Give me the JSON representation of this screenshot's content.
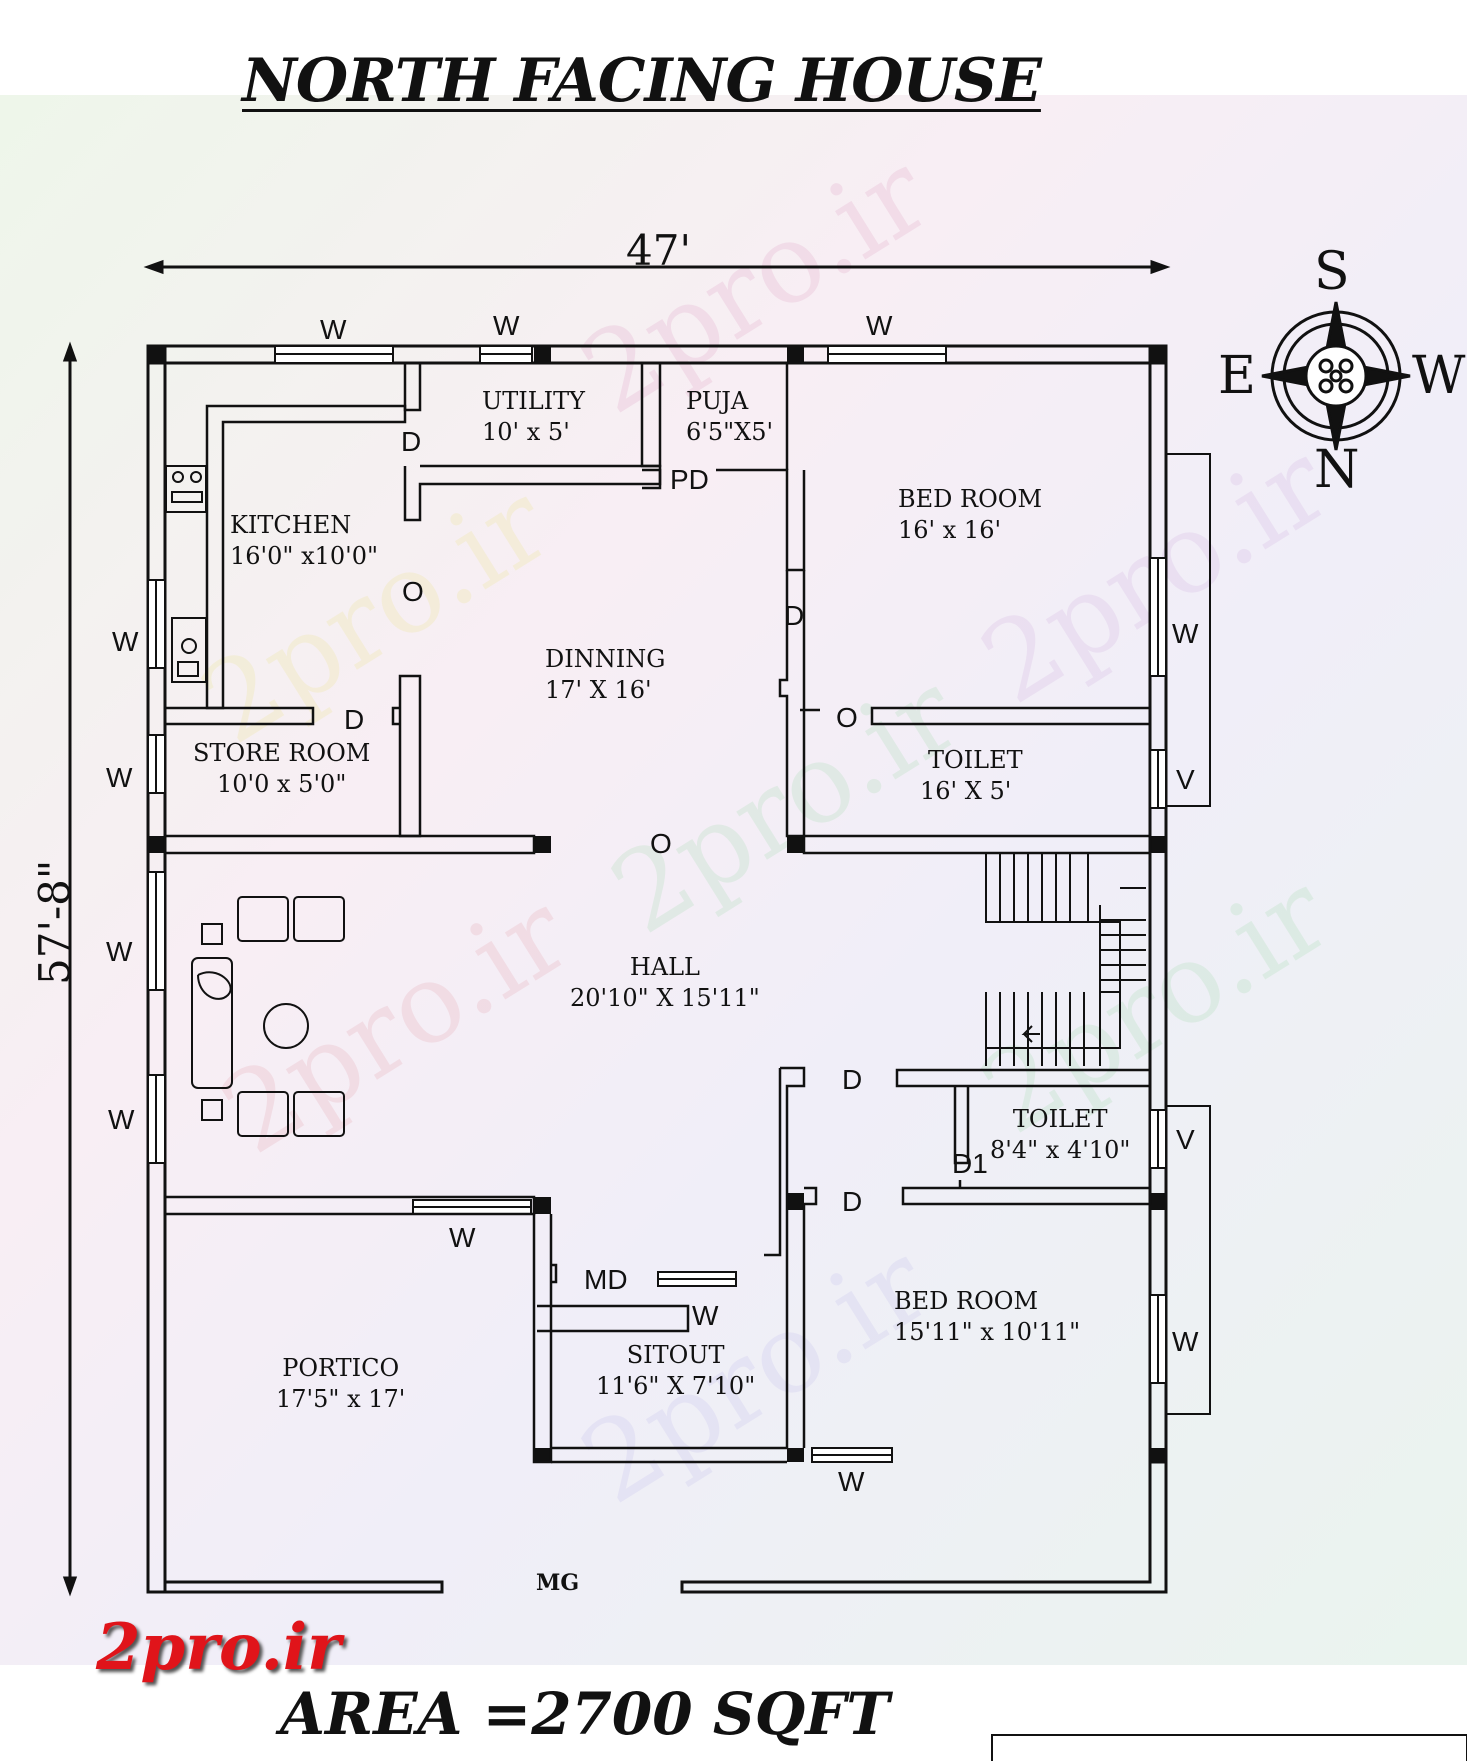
{
  "title": "NORTH FACING HOUSE",
  "area": "AREA =2700 SQFT",
  "logo": "2pro.ir",
  "watermark": "2pro.ir",
  "dimensions": {
    "width": "47'",
    "length": "57'-8\""
  },
  "compass": {
    "top": "S",
    "left": "E",
    "right": "W",
    "bottom": "N"
  },
  "rooms": {
    "utility": {
      "name": "UTILITY",
      "size": "10' x 5'"
    },
    "puja": {
      "name": "PUJA",
      "size": "6'5\"X5'"
    },
    "kitchen": {
      "name": "KITCHEN",
      "size": "16'0\" x10'0\""
    },
    "bedroom1": {
      "name": "BED ROOM",
      "size": "16' x 16'"
    },
    "dinning": {
      "name": "DINNING",
      "size": "17' X 16'"
    },
    "store": {
      "name": "STORE ROOM",
      "size": "10'0 x 5'0\""
    },
    "toilet1": {
      "name": "TOILET",
      "size": "16' X 5'"
    },
    "hall": {
      "name": "HALL",
      "size": "20'10\" X 15'11\""
    },
    "toilet2": {
      "name": "TOILET",
      "size": "8'4\" x 4'10\""
    },
    "bedroom2": {
      "name": "BED ROOM",
      "size": "15'11\" x 10'11\""
    },
    "portico": {
      "name": "PORTICO",
      "size": "17'5\" x 17'"
    },
    "sitout": {
      "name": "SITOUT",
      "size": "11'6\" X 7'10\""
    }
  },
  "labels": {
    "w": "W",
    "d": "D",
    "o": "O",
    "pd": "PD",
    "v": "V",
    "md": "MD",
    "d1": "D1",
    "mg": "MG"
  },
  "colors": {
    "logo": "#e0141a",
    "watermark": "#d9a0c8",
    "walls": "#111111"
  }
}
